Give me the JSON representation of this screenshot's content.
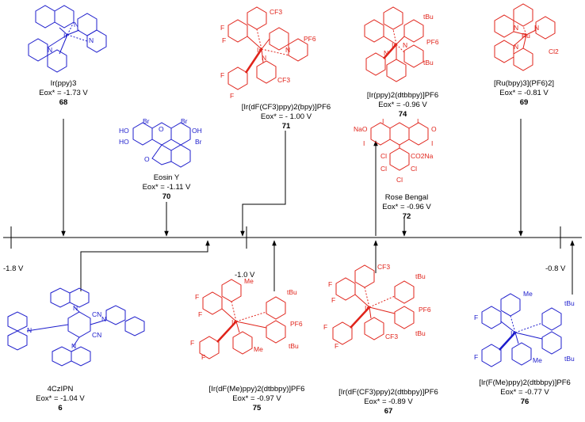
{
  "axis": {
    "ticks": [
      "-1.8 V",
      "-1.0 V",
      "-0.8 V"
    ]
  },
  "colors": {
    "blue": "#1c1ccc",
    "red": "#e0231a"
  },
  "structure_atoms": {
    "n": "N",
    "ir": "Ir",
    "ru": "Ru",
    "f": "F",
    "cf3": "CF3",
    "me": "Me",
    "tbu": "tBu",
    "pf6": "PF6",
    "cl2": "Cl2",
    "br": "Br",
    "ho": "HO",
    "oh": "OH",
    "o": "O",
    "i": "I",
    "na_o": "NaO",
    "cl": "Cl",
    "co2na": "CO2Na",
    "cn": "CN"
  },
  "compounds": [
    {
      "name": "Ir(ppy)3",
      "eox": "Eox* = -1.73 V",
      "id": "68",
      "color": "blue"
    },
    {
      "name": "Eosin Y",
      "eox": "Eox* = -1.11 V",
      "id": "70",
      "color": "blue"
    },
    {
      "name": "[Ir(dF(CF3)ppy)2(bpy)]PF6",
      "eox": "Eox* = - 1.00 V",
      "id": "71",
      "color": "red"
    },
    {
      "name": "[Ir(ppy)2(dtbbpy)]PF6",
      "eox": "Eox* = -0.96 V",
      "id": "74",
      "color": "red"
    },
    {
      "name": "Rose Bengal",
      "eox": "Eox* = -0.96  V",
      "id": "72",
      "color": "red"
    },
    {
      "name": "[Ru(bpy)3](PF6)2]",
      "eox": "Eox* = -0.81 V",
      "id": "69",
      "color": "red"
    },
    {
      "name": "4CzIPN",
      "eox": "Eox* = -1.04 V",
      "id": "6",
      "color": "blue"
    },
    {
      "name": "[Ir(dF(Me)ppy)2(dtbbpy)]PF6",
      "eox": "Eox* = -0.97 V",
      "id": "75",
      "color": "red"
    },
    {
      "name": "[Ir(dF(CF3)ppy)2(dtbbpy)]PF6",
      "eox": "Eox* = -0.89 V",
      "id": "67",
      "color": "red"
    },
    {
      "name": "[Ir(F(Me)ppy)2(dtbbpy)]PF6",
      "eox": "Eox* = -0.77 V",
      "id": "76",
      "color": "blue"
    }
  ]
}
